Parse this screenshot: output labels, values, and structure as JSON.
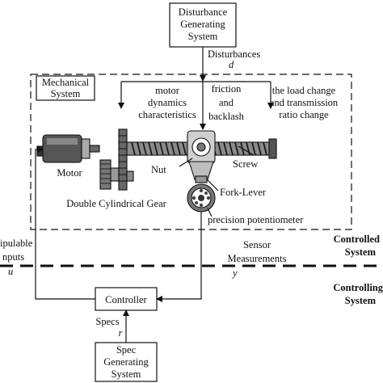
{
  "blocks": {
    "disturbance_system": [
      "Disturbance",
      "Generating",
      "System"
    ],
    "controller": "Controller",
    "spec_system": [
      "Spec",
      "Generating",
      "System"
    ]
  },
  "signals": {
    "disturbances": "Disturbances",
    "disturbances_symbol": "d",
    "manipulable": "ipulable",
    "inputs": "nputs",
    "inputs_symbol": "u",
    "sensor": "Sensor",
    "measurements": "Measurements",
    "measurements_symbol": "y",
    "specs": "Specs",
    "specs_symbol": "r"
  },
  "mechanical": {
    "title": [
      "Mechanical",
      "System"
    ],
    "motor_dynamics": [
      "motor",
      "dynamics",
      "characteristics"
    ],
    "friction": [
      "friction",
      "and",
      "backlash"
    ],
    "load_change": [
      "the load change",
      "and transmission",
      "ratio change"
    ],
    "motor": "Motor",
    "nut": "Nut",
    "screw": "Screw",
    "fork_lever": "Fork-Lever",
    "gear": "Double Cylindrical Gear",
    "potentiometer": "precision potentiometer"
  },
  "regions": {
    "controlled": [
      "Controlled",
      "System"
    ],
    "controlling": [
      "Controlling",
      "System"
    ]
  }
}
